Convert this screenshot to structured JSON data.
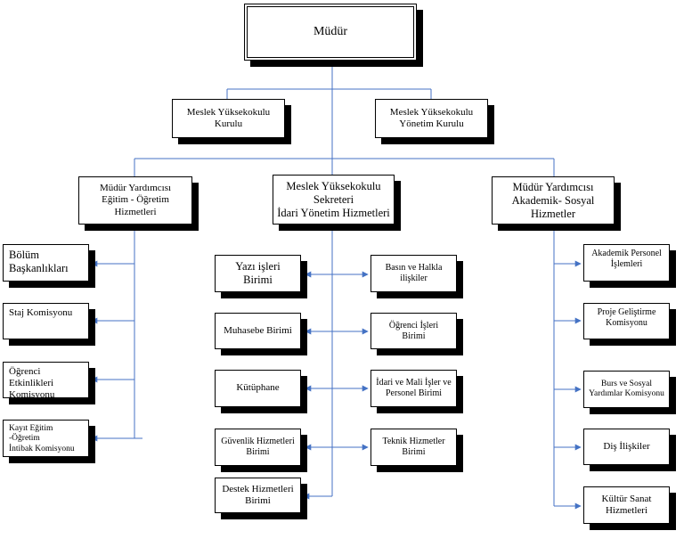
{
  "diagram": {
    "line_color": "#4472c4",
    "nodes": {
      "mudur": "Müdür",
      "kurul": "Meslek Yüksekokulu\nKurulu",
      "yonetim_kurulu": "Meslek Yüksekokulu\nYönetim Kurulu",
      "yardimci_egitim": "Müdür  Yardımcısı\nEğitim - Öğretim\nHizmetleri",
      "sekreter": "Meslek Yüksekokulu\nSekreteri\nİdari Yönetim Hizmetleri",
      "yardimci_akademik": "Müdür Yardımcısı\nAkademik- Sosyal\nHizmetler",
      "bolum": "Bölüm\nBaşkanlıkları",
      "staj": "Staj Komisyonu",
      "ogrenci_etkinlik": "Öğrenci Etkinlikleri\nKomisyonu",
      "kayit": "Kayıt Eğitim -Öğretim\nİntibak Komisyonu",
      "yazi": "Yazı işleri\nBirimi",
      "muhasebe": "Muhasebe Birimi",
      "kutuphane": "Kütüphane",
      "guvenlik": "Güvenlik Hizmetleri\nBirimi",
      "destek": "Destek Hizmetleri\nBirimi",
      "basin": "Basın ve Halkla\nilişkiler",
      "ogrenci_isleri": "Öğrenci İşleri\nBirimi",
      "idari_mali": "İdari ve Mali İşler ve\nPersonel Birimi",
      "teknik": "Teknik Hizmetler\nBirimi",
      "akademik_personel": "Akademik Personel\nİşlemleri",
      "proje": "Proje Geliştirme\nKomisyonu",
      "burs": "Burs ve Sosyal\nYardımlar  Komisyonu",
      "dis": "Diş İlişkiler",
      "kultur": "Kültür Sanat\nHizmetleri"
    }
  }
}
